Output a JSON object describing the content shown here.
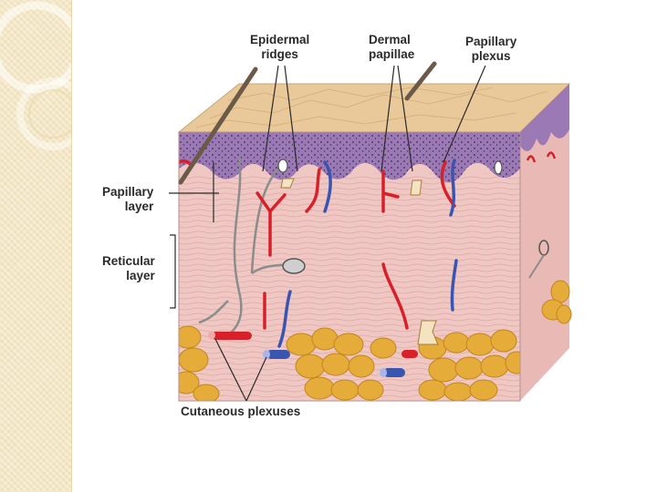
{
  "diagram": {
    "labels": {
      "epidermal_ridges": "Epidermal\nridges",
      "dermal_papillae": "Dermal\npapillae",
      "papillary_plexus": "Papillary\nplexus",
      "papillary_layer": "Papillary\nlayer",
      "reticular_layer": "Reticular\nlayer",
      "cutaneous_plexuses": "Cutaneous plexuses"
    },
    "colors": {
      "epidermis": "#9b79b5",
      "skin_surface": "#e9c99a",
      "dermis": "#efc7c3",
      "fat": "#e6ac3a",
      "artery": "#d8202a",
      "vein": "#3a55b0",
      "nerve": "#8c8c8c"
    }
  }
}
